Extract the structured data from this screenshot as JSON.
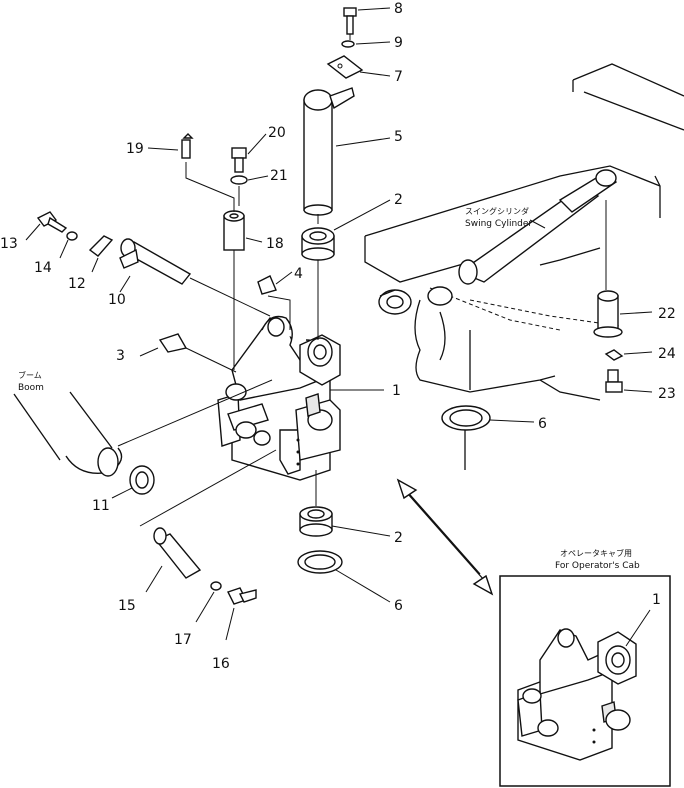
{
  "labels": {
    "swing_cylinder_jp": "スイングシリンダ",
    "swing_cylinder_en": "Swing Cylinder",
    "boom_jp": "ブーム",
    "boom_en": "Boom",
    "cab_jp": "オペレータキャブ用",
    "cab_en": "For Operator's Cab"
  },
  "callouts": {
    "p1a": "1",
    "p1b": "1",
    "p2a": "2",
    "p2b": "2",
    "p3": "3",
    "p4": "4",
    "p5": "5",
    "p6a": "6",
    "p6b": "6",
    "p7": "7",
    "p8": "8",
    "p9": "9",
    "p10": "10",
    "p11": "11",
    "p12": "12",
    "p13": "13",
    "p14": "14",
    "p15": "15",
    "p16": "16",
    "p17": "17",
    "p18": "18",
    "p19": "19",
    "p20": "20",
    "p21": "21",
    "p22": "22",
    "p23": "23",
    "p24": "24"
  }
}
